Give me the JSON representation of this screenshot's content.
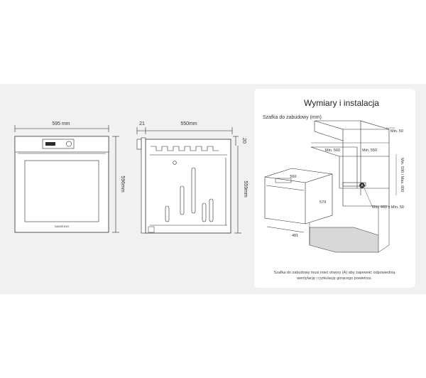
{
  "front": {
    "width": "595 mm",
    "height": "596mm",
    "brand": "SAMSUNG"
  },
  "side": {
    "door": "21",
    "depth": "550mm",
    "top": "20",
    "height": "559mm"
  },
  "install": {
    "title": "Wymiary i instalacja",
    "subtitle": "Szafka do zabudowy (mm)",
    "min50_top": "Min. 50",
    "min560": "Min. 560",
    "min550": "Min. 550",
    "min590": "Min. 590 / Max. 600",
    "oven_w": "560",
    "oven_h": "579",
    "oven_d": "481",
    "marker": "A",
    "min460": "Min. 460 x Min. 50",
    "note_line1": "Szafka do zabudowy musi mieć otwory (A) aby zapewnić odpowiednią",
    "note_line2": "wentylację i cyrkulację gorącego powietrza."
  },
  "colors": {
    "band": "#f1f1f1",
    "panel": "#ffffff",
    "line": "#2a2a2a"
  }
}
